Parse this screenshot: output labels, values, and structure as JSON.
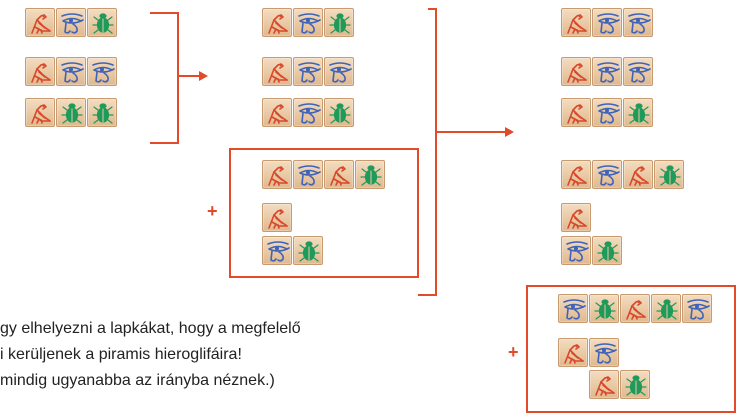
{
  "colors": {
    "accent": "#e24a2a",
    "bird": "#d9472a",
    "eye": "#3f63b8",
    "scarab": "#1f9a5a",
    "tile": "#ecd0ad"
  },
  "symbols": {
    "B": "bird-icon",
    "E": "eye-of-horus-icon",
    "S": "scarab-icon"
  },
  "groups": {
    "initial_rows": [
      "BES",
      "BEE",
      "BSS"
    ],
    "step1_rows": [
      "BES",
      "BEE",
      "BES"
    ],
    "step1_added_piece": [
      "BEBS",
      "B",
      "ES"
    ],
    "step2_rows": [
      "BEE",
      "BEE",
      "BES"
    ],
    "step2_piece_a": [
      "BEBS",
      "B",
      "ES"
    ],
    "step2_piece_b": [
      "ESBSE",
      "BE",
      "BS"
    ]
  },
  "instruction": {
    "line1": "gy elhelyezni a lapkákat, hogy a megfelelő",
    "line2": "i kerüljenek a piramis hieroglifáira!",
    "line3": "mindig ugyanabba az irányba néznek.)"
  },
  "plus_sign": "+"
}
